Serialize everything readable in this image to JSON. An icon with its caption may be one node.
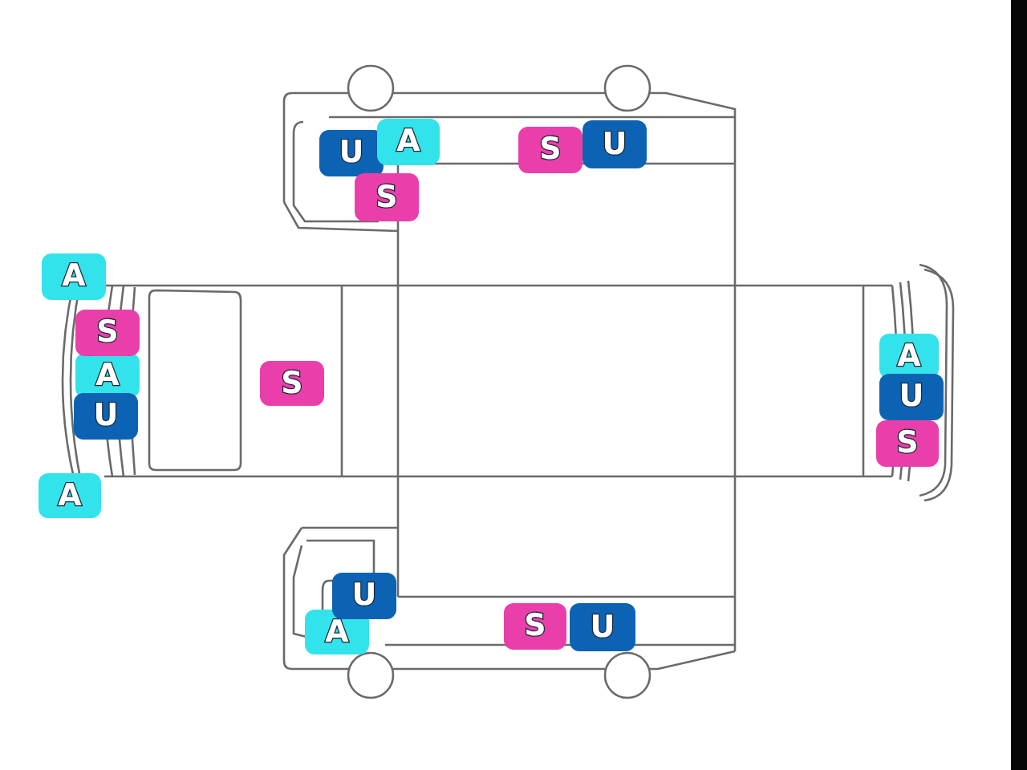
{
  "diagram": {
    "nodes": [
      {
        "text": [
          "U"
        ]
      },
      {
        "text": [
          "A"
        ]
      },
      {
        "text": [
          "S"
        ]
      },
      {
        "text": [
          "U"
        ]
      },
      {
        "text": [
          "S"
        ]
      },
      {
        "text": [
          "A"
        ]
      },
      {
        "text": [
          "S"
        ]
      },
      {
        "text": [
          "A"
        ]
      },
      {
        "text": [
          "S"
        ]
      },
      {
        "text": [
          "U"
        ]
      },
      {
        "text": [
          "A"
        ]
      },
      {
        "text": [
          "A"
        ]
      },
      {
        "text": [
          "U"
        ]
      },
      {
        "text": [
          "S"
        ]
      },
      {
        "text": [
          "U"
        ]
      },
      {
        "text": [
          "A"
        ]
      },
      {
        "text": [
          "S"
        ]
      },
      {
        "text": [
          "U"
        ]
      }
    ]
  }
}
